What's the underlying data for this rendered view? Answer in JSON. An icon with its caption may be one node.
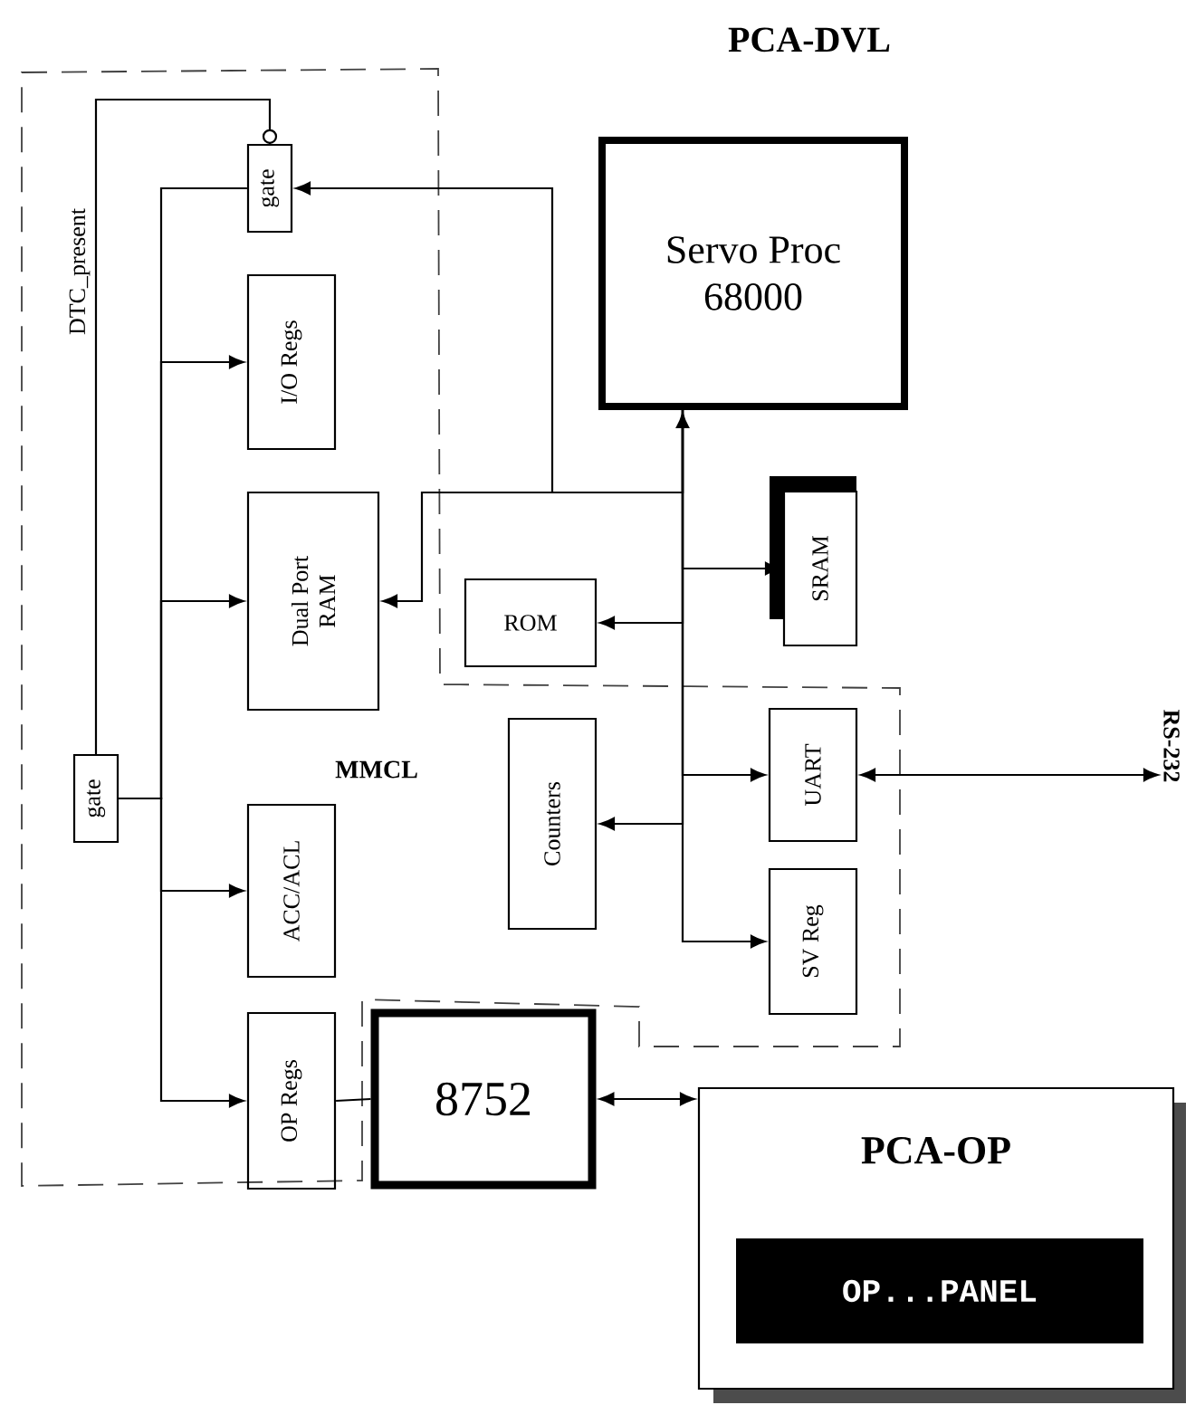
{
  "diagram": {
    "title": "PCA-DVL",
    "nodes": [
      {
        "text": [
          "gate"
        ]
      },
      {
        "text": [
          "I/O Regs"
        ]
      },
      {
        "text": [
          "Dual Port RAM"
        ]
      },
      {
        "text": [
          "gate"
        ]
      },
      {
        "text": [
          "ACC/ACL"
        ]
      },
      {
        "text": [
          "OP Regs"
        ]
      },
      {
        "text": [
          "8752"
        ]
      },
      {
        "text": [
          "Servo Proc 68000"
        ]
      },
      {
        "text": [
          "ROM"
        ]
      },
      {
        "text": [
          "SRAM"
        ]
      },
      {
        "text": [
          "Counters"
        ]
      },
      {
        "text": [
          "UART"
        ]
      },
      {
        "text": [
          "SV Reg"
        ]
      },
      {
        "text": [
          "PCA-OP"
        ]
      },
      {
        "text": [
          "OP...PANEL"
        ],
        "in": 13
      },
      {
        "text": [
          "RS-232"
        ]
      }
    ],
    "edges": [
      {
        "from": 3,
        "to": 0,
        "arrow": "other",
        "label": "DTC_present"
      },
      {
        "from": 3,
        "to": 0,
        "arrow": "none"
      },
      {
        "from": 3,
        "to": 1,
        "arrow": "to"
      },
      {
        "from": 3,
        "to": 2,
        "arrow": "to"
      },
      {
        "from": 3,
        "to": 4,
        "arrow": "to"
      },
      {
        "from": 3,
        "to": 5,
        "arrow": "to"
      },
      {
        "from": 7,
        "to": 0,
        "arrow": "to"
      },
      {
        "from": 7,
        "to": 2,
        "arrow": "to"
      },
      {
        "from": 7,
        "to": 9,
        "arrow": "to"
      },
      {
        "from": 7,
        "to": 8,
        "arrow": "to"
      },
      {
        "from": 7,
        "to": 11,
        "arrow": "to"
      },
      {
        "from": 7,
        "to": 10,
        "arrow": "to"
      },
      {
        "from": 7,
        "to": 12,
        "arrow": "both"
      },
      {
        "from": 5,
        "to": 6,
        "arrow": "none"
      },
      {
        "from": 6,
        "to": 13,
        "arrow": "both"
      },
      {
        "from": 11,
        "to": 15,
        "arrow": "both"
      }
    ],
    "labels": [
      "MMCL"
    ]
  }
}
